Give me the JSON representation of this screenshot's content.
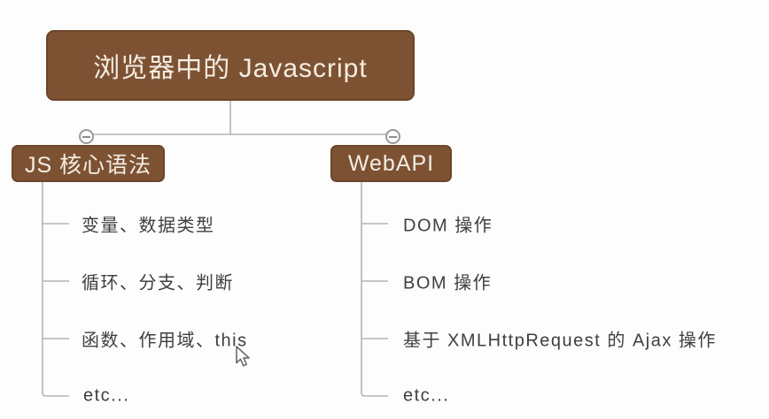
{
  "root": {
    "label": "浏览器中的 Javascript"
  },
  "branches": [
    {
      "label": "JS 核心语法",
      "collapse_icon": "minus-icon",
      "items": [
        "变量、数据类型",
        "循环、分支、判断",
        "函数、作用域、this",
        "etc..."
      ]
    },
    {
      "label": "WebAPI",
      "collapse_icon": "minus-icon",
      "items": [
        "DOM 操作",
        "BOM 操作",
        "基于 XMLHttpRequest 的 Ajax 操作",
        "etc..."
      ]
    }
  ],
  "cursor": {
    "icon": "arrow-cursor"
  },
  "colors": {
    "node_background": "#7d5233",
    "node_border": "#6d452a",
    "node_text": "#f4ede3",
    "connector": "#b5b3b0",
    "leaf_text": "#3f3f3f",
    "canvas_background": "#fdfdfd"
  }
}
